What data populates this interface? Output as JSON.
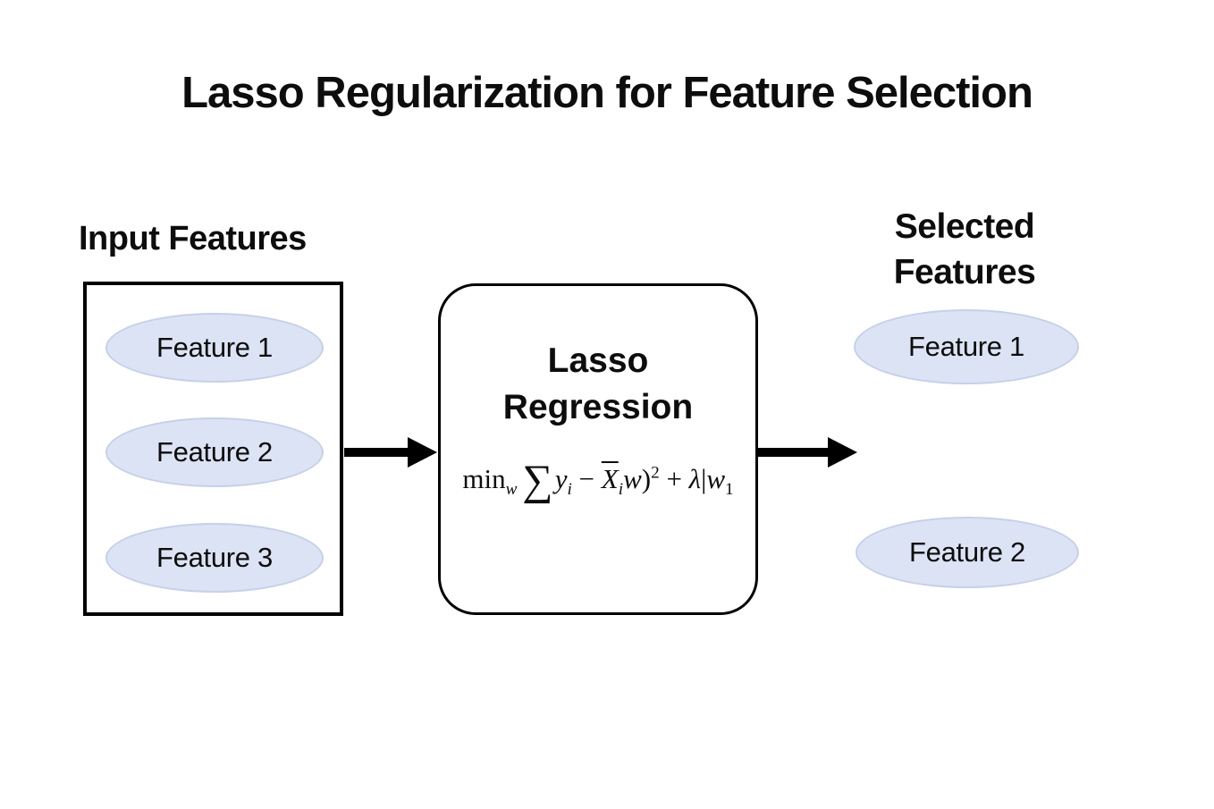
{
  "title": "Lasso Regularization for Feature Selection",
  "input": {
    "label": "Input Features",
    "features": [
      "Feature 1",
      "Feature 2",
      "Feature 3"
    ]
  },
  "model": {
    "name": "Lasso Regression",
    "formula": {
      "min": "min",
      "min_sub": "w",
      "sum": "∑",
      "y": "y",
      "y_sub": "i",
      "minus": " − ",
      "x": "X",
      "x_sub": "i",
      "w": "w",
      "paren": ")",
      "exp": "2",
      "plus": " + ",
      "lambda": "λ",
      "bar": "|",
      "w2": "w",
      "w2_sub": "1"
    }
  },
  "output": {
    "label": "Selected Features",
    "features": [
      "Feature 1",
      "Feature 2"
    ]
  },
  "colors": {
    "background": "#ffffff",
    "stroke": "#000000",
    "text": "#0d0d0d",
    "ellipse_fill": "#dce3f4",
    "ellipse_border": "#c6d0e8"
  }
}
